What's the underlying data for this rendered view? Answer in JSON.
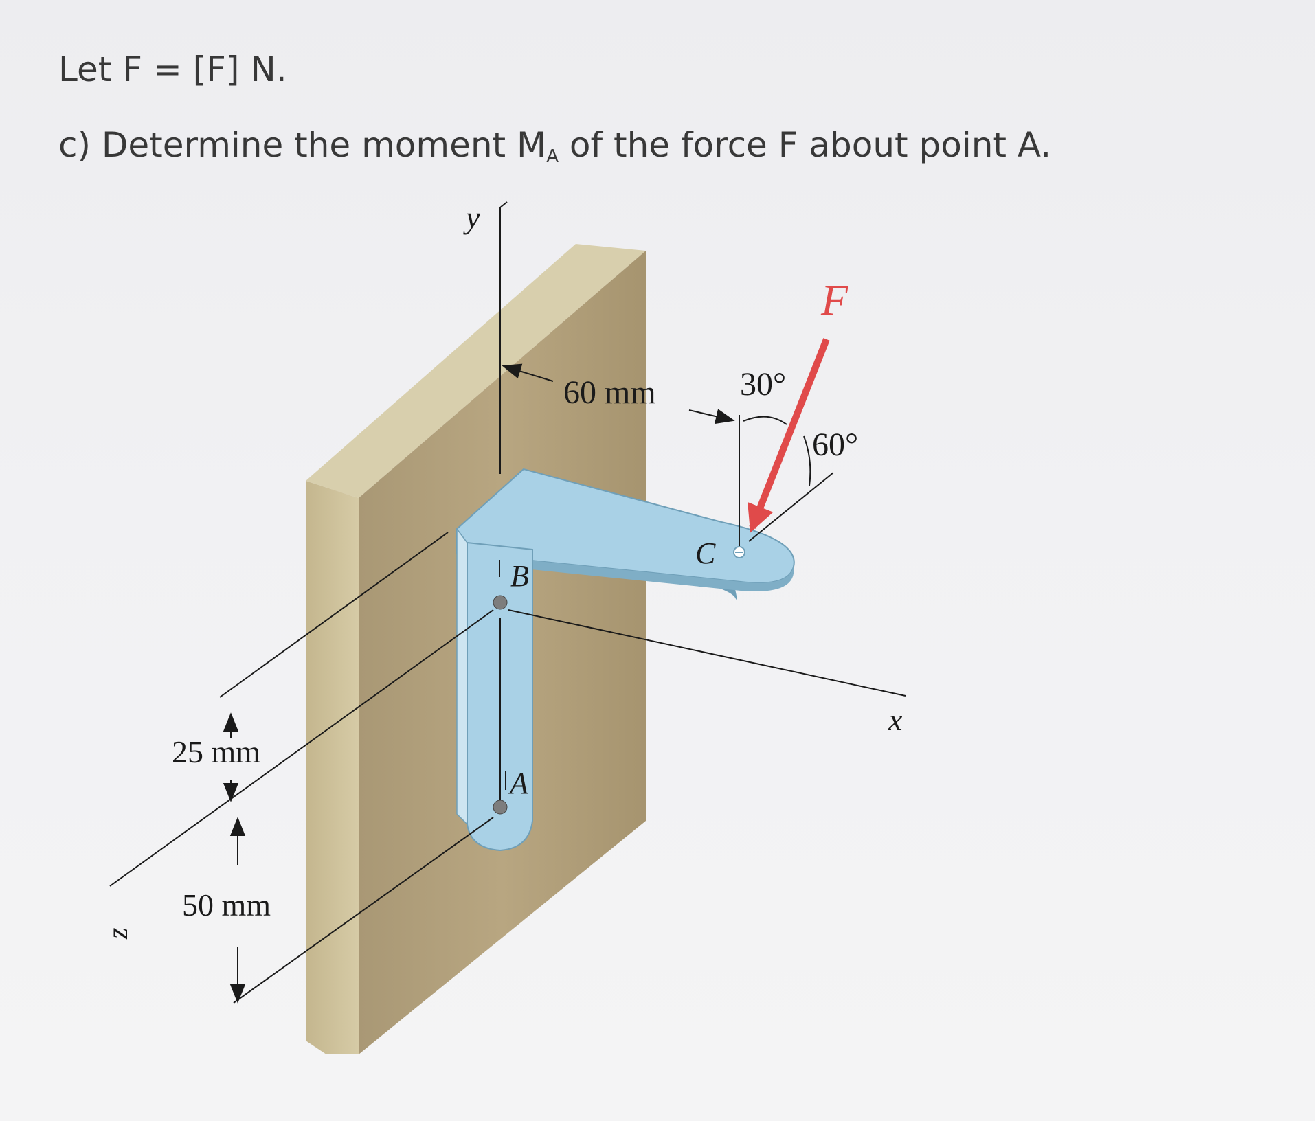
{
  "question": {
    "given_prefix": "Let F = [F] N.",
    "part_prefix": "c) Determine the moment M",
    "part_subscript": "A",
    "part_suffix": " of the force F about point A."
  },
  "diagram": {
    "axes": {
      "x": "x",
      "y": "y",
      "z": "z"
    },
    "points": {
      "A": "A",
      "B": "B",
      "C": "C"
    },
    "force_label": "F",
    "dimensions": {
      "horizontal": "60 mm",
      "upper_vertical": "25 mm",
      "lower_vertical": "50 mm"
    },
    "angles": {
      "from_vertical": "30°",
      "from_horizontal": "60°"
    },
    "colors": {
      "wall_face": "#b5a37f",
      "wall_side": "#cfc49d",
      "wall_top": "#d8cfad",
      "bracket": "#a9d1e6",
      "bracket_edge": "#6f9fb8",
      "force": "#e04a4a"
    }
  }
}
